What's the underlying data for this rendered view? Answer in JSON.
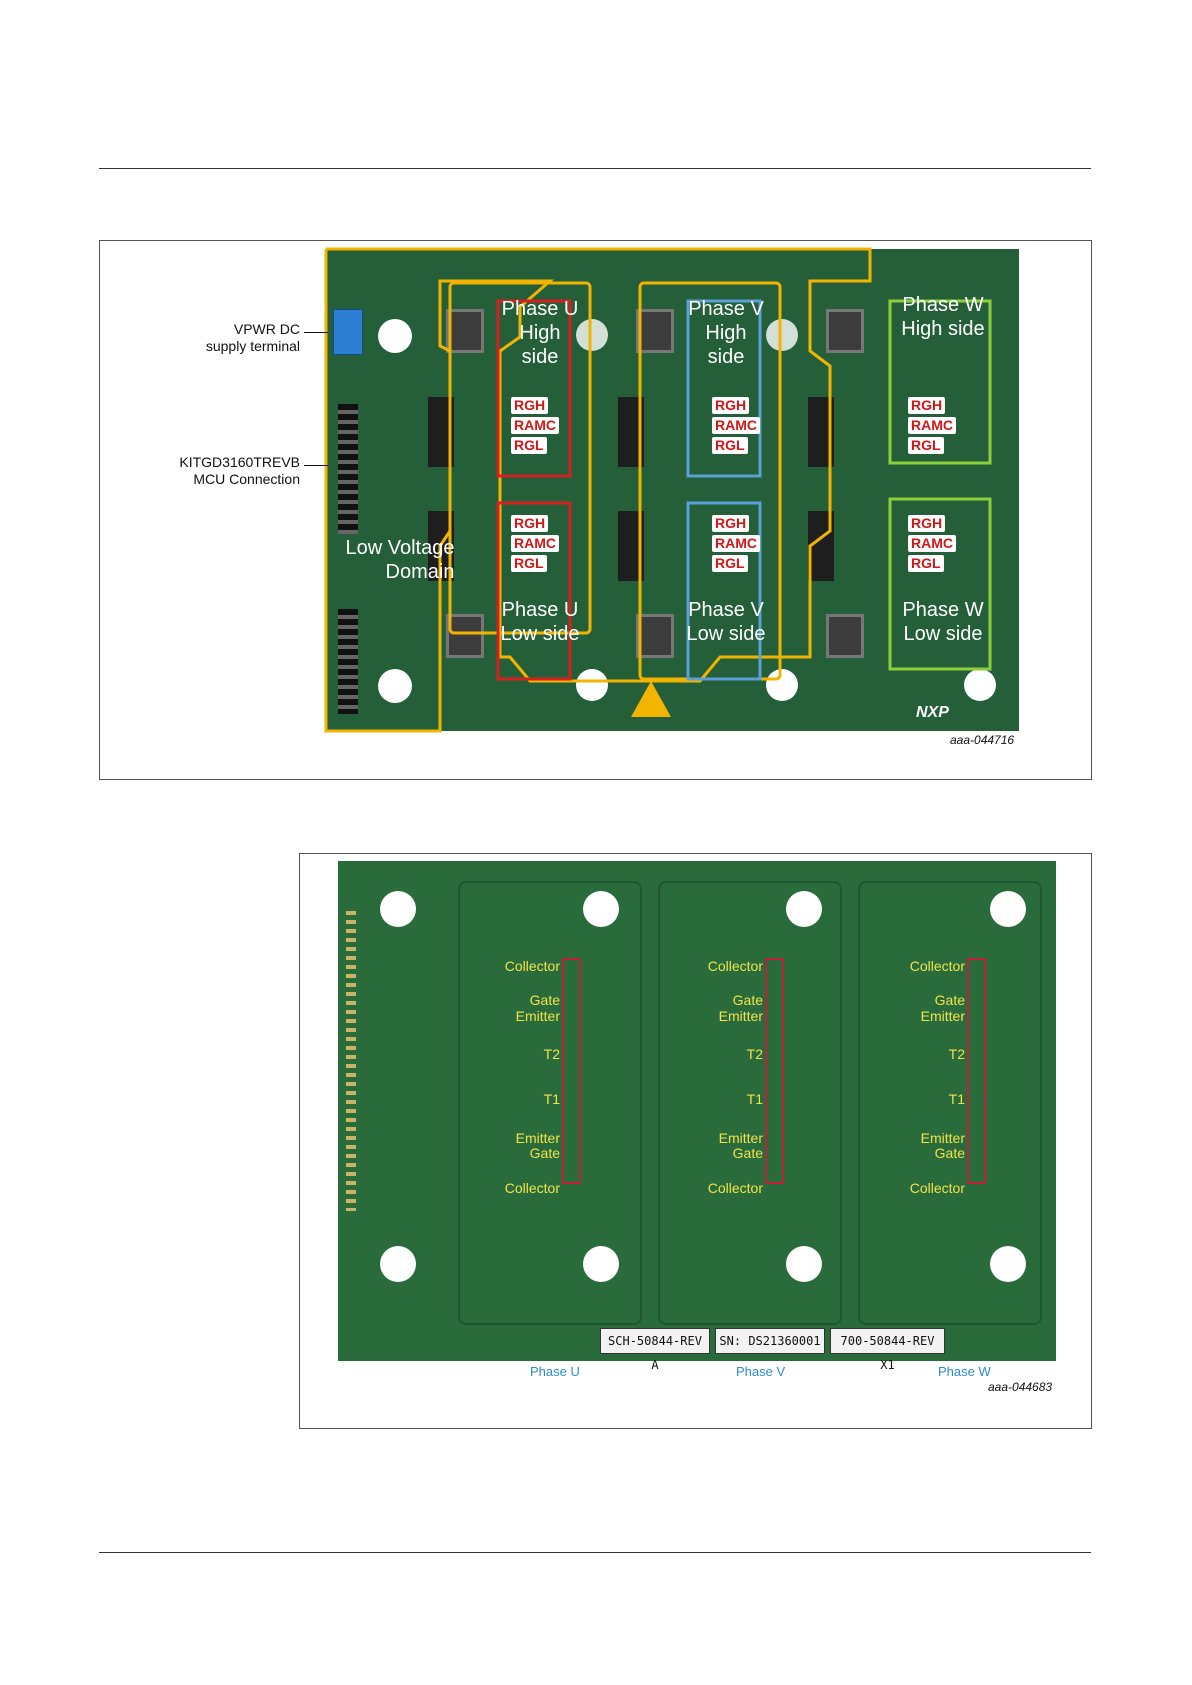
{
  "figure1": {
    "callout_vpwr_1": "VPWR DC",
    "callout_vpwr_2": "supply terminal",
    "callout_mcu_1": "KITGD3160TREVB",
    "callout_mcu_2": "MCU Connection",
    "low_voltage_1": "Low Voltage",
    "low_voltage_2": "Domain",
    "phase_u_high_1": "Phase U",
    "phase_u_high_2": "High side",
    "phase_v_high_1": "Phase V",
    "phase_v_high_2": "High side",
    "phase_w_high_1": "Phase W",
    "phase_w_high_2": "High side",
    "phase_u_low_1": "Phase U",
    "phase_u_low_2": "Low side",
    "phase_v_low_1": "Phase V",
    "phase_v_low_2": "Low side",
    "phase_w_low_1": "Phase W",
    "phase_w_low_2": "Low side",
    "resistor_labels": [
      "RGH",
      "RAMC",
      "RGL"
    ],
    "board_logo": "NXP",
    "figure_id": "aaa-044716",
    "colors": {
      "yellow_outline": "#f2b400",
      "red_box": "#d42020",
      "blue_box": "#5a9fd6",
      "green_box": "#8ccf3a"
    }
  },
  "figure2": {
    "pin_labels_top": [
      "Collector",
      "Gate",
      "Emitter",
      "T2"
    ],
    "pin_labels_bottom": [
      "T1",
      "Emitter",
      "Gate",
      "Collector"
    ],
    "plate_sch": "SCH-50844-REV A",
    "plate_sn": "SN: DS21360001",
    "plate_part": "700-50844-REV X1",
    "phase_u": "Phase U",
    "phase_v": "Phase V",
    "phase_w": "Phase W",
    "figure_id": "aaa-044683",
    "colors": {
      "phase_label": "#2e8bd0",
      "pin_label": "#f2e34a",
      "red_box": "#c0203a"
    }
  }
}
